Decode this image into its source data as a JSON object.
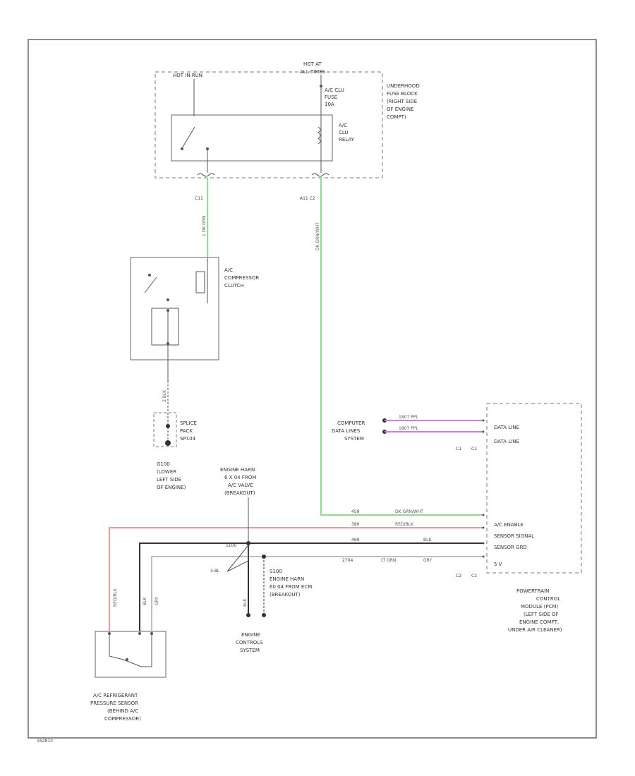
{
  "colors": {
    "wire_green": "#8ee08e",
    "wire_red": "#e07a7a",
    "wire_black": "#333333",
    "wire_gray": "#aaaaaa",
    "wire_purple": "#d07ee0",
    "line": "#555555"
  },
  "figure_id": "162813",
  "underhood_fuse_block": {
    "hot_in_run": "HOT IN RUN",
    "hot_at_all_times_1": "HOT AT",
    "hot_at_all_times_2": "ALL TIMES",
    "fuse_label_1": "A/C CLU",
    "fuse_label_2": "FUSE",
    "fuse_amp": "10A",
    "relay_label_1": "A/C",
    "relay_label_2": "CLU",
    "relay_label_3": "RELAY",
    "location_1": "UNDERHOOD",
    "location_2": "FUSE BLOCK",
    "location_3": "(RIGHT SIDE",
    "location_4": "OF ENGINE",
    "location_5": "COMPT)",
    "pin_left": "C11",
    "pin_right": "A11 C2"
  },
  "wires": {
    "clutch_feed": "1 DK GRN",
    "relay_control": "DK GRN/WHT",
    "clutch_ground": "2 BLK",
    "data_line_1": "1807 PPL",
    "data_line_2": "1807 PPL",
    "ac_enable": "DK GRN/WHT",
    "ac_enable_ckt": "459",
    "sensor_signal": "RED/BLK",
    "sensor_signal_ckt": "380",
    "sensor_grd": "BLK",
    "sensor_grd_ckt": "469",
    "ref": "LT GRN",
    "ref_ckt": "2704",
    "ref_color_2": "GRY",
    "sensor_a_wire": "RED/BLK",
    "sensor_b_wire": "BLK",
    "sensor_c_wire": "GRY",
    "ground_wire": "BLK"
  },
  "compressor_clutch": {
    "label_1": "A/C",
    "label_2": "COMPRESSOR",
    "label_3": "CLUTCH"
  },
  "splice_pack": {
    "label_1": "SPLICE",
    "label_2": "PACK",
    "label_3": "SP104"
  },
  "ground_g100": {
    "label_1": "G100",
    "label_2": "(LOWER",
    "label_3": "LEFT SIDE",
    "label_4": "OF ENGINE)"
  },
  "computer_data_lines": {
    "label_1": "COMPUTER",
    "label_2": "DATA LINES",
    "label_3": "SYSTEM"
  },
  "pcm": {
    "data_line_1": "DATA LINE",
    "data_line_2": "DATA LINE",
    "ac_enable": "A/C ENABLE",
    "sensor_signal": "SENSOR SIGNAL",
    "sensor_grd": "SENSOR GRD",
    "five_v": "5 V",
    "pin_c1": "C1",
    "pin_c1b": "C1",
    "pin_c2": "C2",
    "pin_c2b": "C2",
    "label_1": "POWERTRAIN",
    "label_2": "CONTROL",
    "label_3": "MODULE (PCM)",
    "label_4": "(LEFT SIDE OF",
    "label_5": "ENGINE COMPT,",
    "label_6": "UNDER AIR CLEANER)"
  },
  "engine_harness_top": {
    "label_1": "ENGINE HARN",
    "label_2": "6 X 04 FROM",
    "label_3": "A/C VALVE",
    "label_4": "(BREAKOUT)"
  },
  "engine_harness_bottom": {
    "label_1": "S100",
    "label_2": "ENGINE HARN",
    "label_3": "60 04 FROM ECM",
    "label_4": "(BREAKOUT)"
  },
  "splice_s100": "S100",
  "engine_size": "4.8L",
  "engine_controls": {
    "label_1": "ENGINE",
    "label_2": "CONTROLS",
    "label_3": "SYSTEM"
  },
  "pressure_sensor": {
    "label_1": "A/C REFRIGERANT",
    "label_2": "PRESSURE SENSOR",
    "label_3": "(BEHIND A/C",
    "label_4": "COMPRESSOR)"
  }
}
